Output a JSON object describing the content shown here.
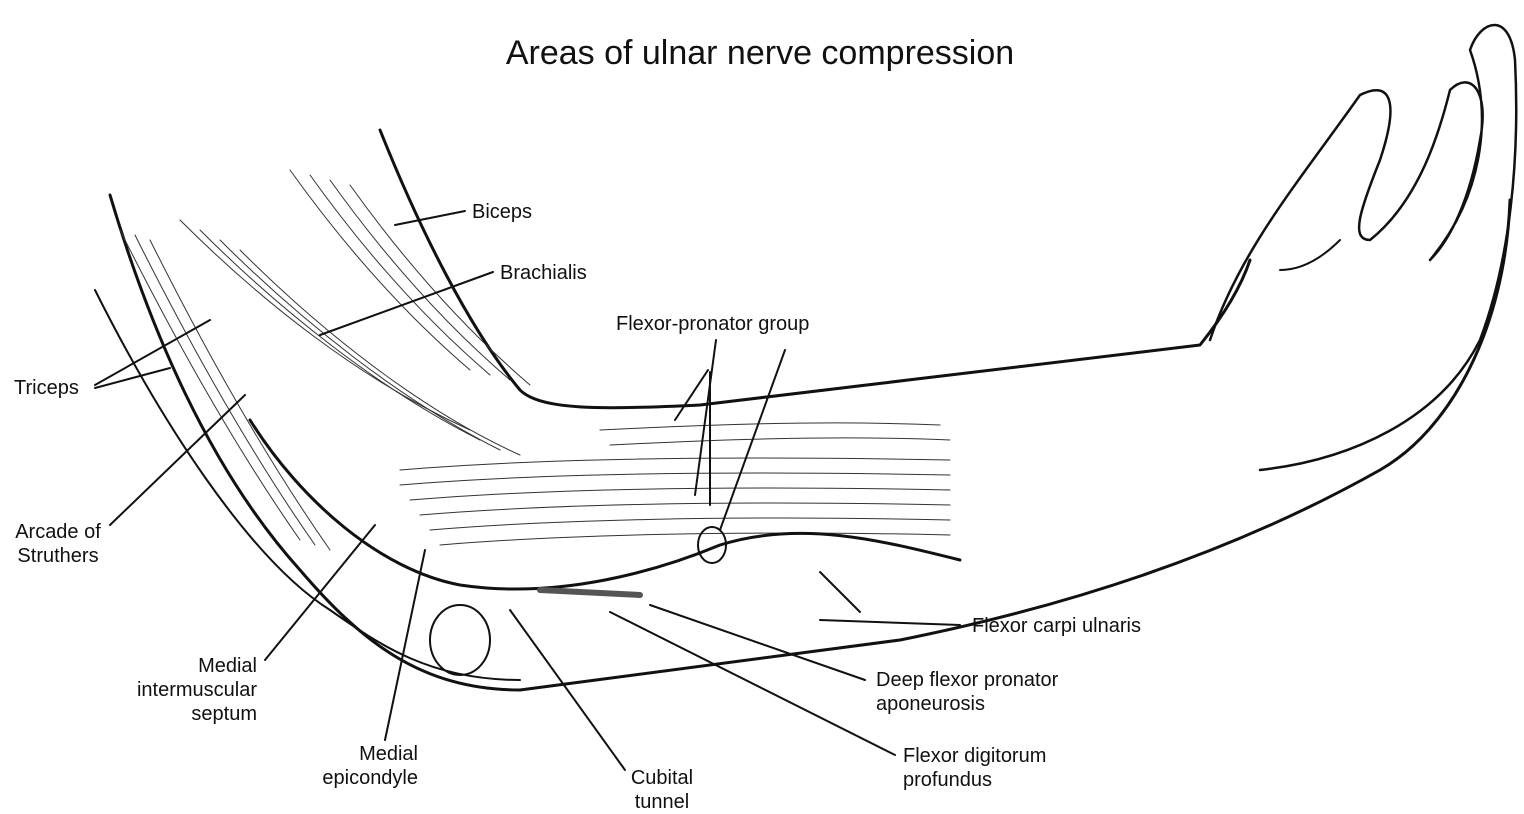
{
  "title": "Areas of ulnar nerve compression",
  "labels": {
    "biceps": "Biceps",
    "brachialis": "Brachialis",
    "flexor_pronator_group": "Flexor-pronator group",
    "triceps": "Triceps",
    "arcade_line1": "Arcade of",
    "arcade_line2": "Struthers",
    "medial_septum_line1": "Medial",
    "medial_septum_line2": "intermuscular",
    "medial_septum_line3": "septum",
    "medial_epicondyle_line1": "Medial",
    "medial_epicondyle_line2": "epicondyle",
    "cubital_line1": "Cubital",
    "cubital_line2": "tunnel",
    "flexor_carpi_ulnaris": "Flexor carpi ulnaris",
    "deep_flexor_line1": "Deep flexor pronator",
    "deep_flexor_line2": "aponeurosis",
    "fdp_line1": "Flexor digitorum",
    "fdp_line2": "profundus"
  }
}
